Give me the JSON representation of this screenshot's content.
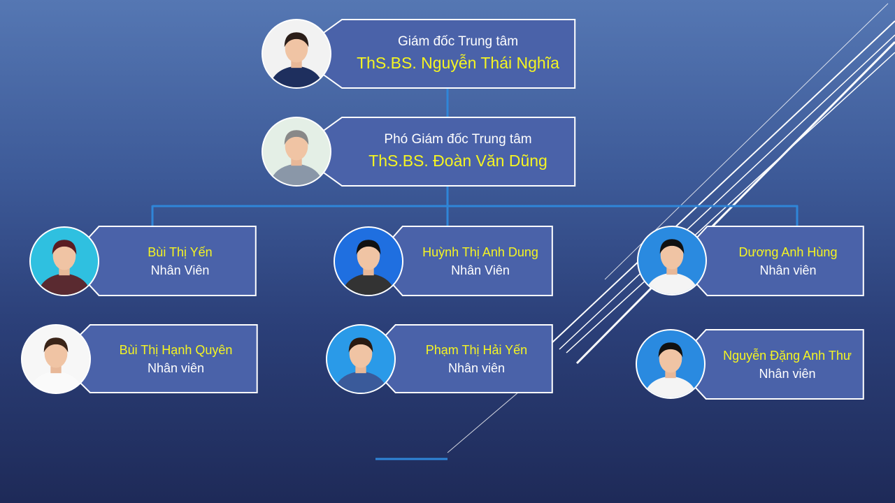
{
  "director": {
    "role": "Giám đốc Trung tâm",
    "name": "ThS.BS. Nguyễn Thái Nghĩa",
    "photo_bg": "#f2f2f2",
    "suit": "#1e2f5e",
    "hair": "#2a1d18"
  },
  "deputy": {
    "role": "Phó Giám đốc Trung tâm",
    "name": "ThS.BS. Đoàn Văn Dũng",
    "photo_bg": "#e4efe6",
    "suit": "#8a97a8",
    "hair": "#888"
  },
  "staff": [
    {
      "name": "Bùi Thị Yến",
      "role": "Nhân Viên",
      "photo_bg": "#2fc0e0",
      "suit": "#5a2a30",
      "hair": "#5a1d22"
    },
    {
      "name": "Huỳnh Thị Anh Dung",
      "role": "Nhân Viên",
      "photo_bg": "#1f6fe0",
      "suit": "#333",
      "hair": "#111"
    },
    {
      "name": "Dương Anh Hùng",
      "role": "Nhân viên",
      "photo_bg": "#2a8ae0",
      "suit": "#f4f4f4",
      "hair": "#111"
    },
    {
      "name": "Bùi Thị Hạnh Quyên",
      "role": "Nhân viên",
      "photo_bg": "#f7f7f7",
      "suit": "#fafafa",
      "hair": "#3a2418"
    },
    {
      "name": "Phạm Thị Hải Yến",
      "role": "Nhân viên",
      "photo_bg": "#2a9ae8",
      "suit": "#3a5a9a",
      "hair": "#2a1a10"
    },
    {
      "name": "Nguyễn Đặng Anh Thư",
      "role": "Nhân viên",
      "photo_bg": "#2a8ae0",
      "suit": "#f4f4f4",
      "hair": "#111"
    }
  ],
  "colors": {
    "box_fill": "#4a62a9",
    "connector": "#2f86d8",
    "name": "#f5f522"
  }
}
